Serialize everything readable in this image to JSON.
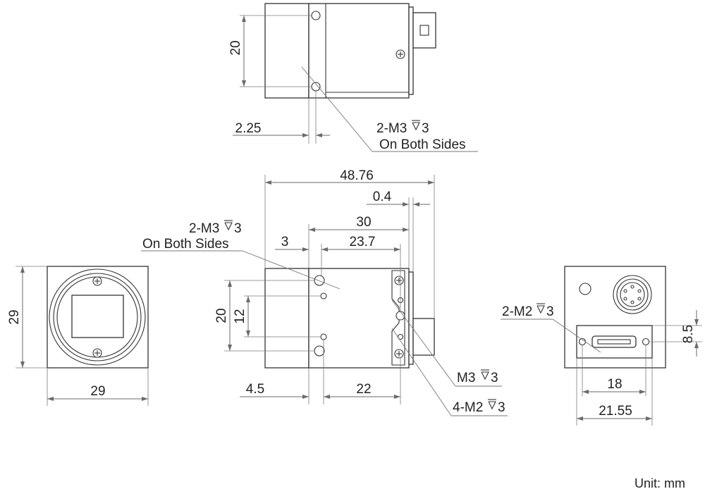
{
  "top_view": {
    "dim_height": "20",
    "dim_offset": "2.25",
    "callout_line1": "2-M3",
    "callout_depth": "3",
    "callout_line2": "On Both Sides"
  },
  "side_view": {
    "dim_overall_length": "48.76",
    "dim_gap": "0.4",
    "dim_body": "30",
    "dim_flange_offset": "3",
    "dim_hole_span": "23.7",
    "dim_hole_height": "20",
    "dim_small_hole_height": "12",
    "dim_front_offset": "4.5",
    "dim_bottom_span": "22",
    "callout_left_line1": "2-M3",
    "callout_left_depth": "3",
    "callout_left_line2": "On Both Sides",
    "callout_m3_line1": "M3",
    "callout_m3_depth": "3",
    "callout_m2_line1": "4-M2",
    "callout_m2_depth": "3"
  },
  "front_view": {
    "dim_height": "29",
    "dim_width": "29"
  },
  "rear_view": {
    "callout_line1": "2-M2",
    "callout_depth": "3",
    "dim_connector_height": "8.5",
    "dim_hole_span": "18",
    "dim_plate_width": "21.55"
  },
  "unit_label": "Unit: mm"
}
